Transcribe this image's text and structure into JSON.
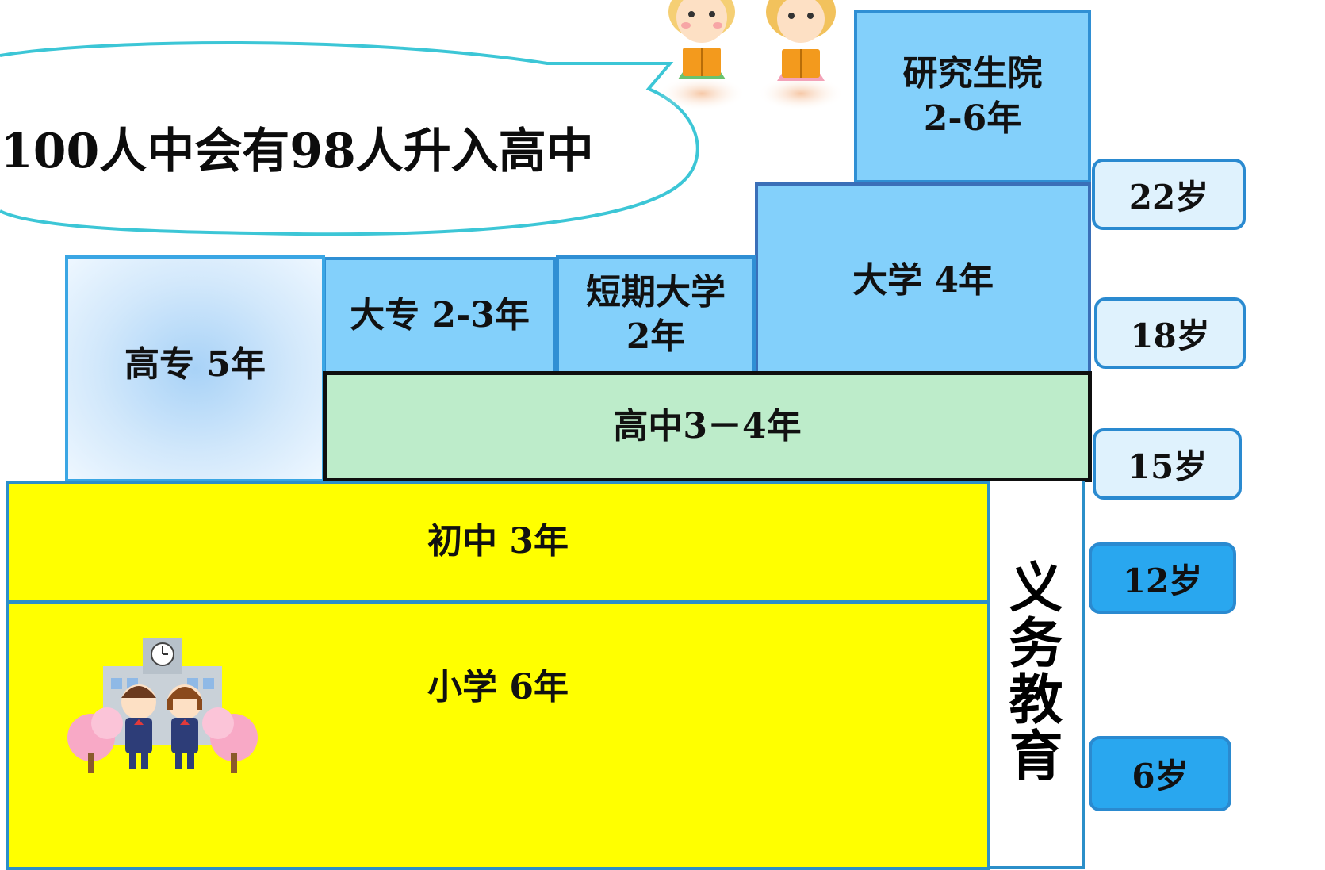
{
  "callout": {
    "text": "100人中会有98人升入高中"
  },
  "stages": {
    "graduate": {
      "line1": "研究生院",
      "line2": "2-6年"
    },
    "university": {
      "label": "大学 4年"
    },
    "junior_college": {
      "line1": "短期大学",
      "line2": "2年"
    },
    "vocational": {
      "label": "大专 2-3年"
    },
    "tech_college": {
      "label": "高专 5年"
    },
    "high_school": {
      "label": "高中3－4年"
    },
    "middle_school": {
      "label": "初中 3年"
    },
    "elementary": {
      "label": "小学 6年"
    }
  },
  "compulsory": {
    "chars": [
      "义",
      "务",
      "教",
      "育"
    ]
  },
  "ages": [
    "22岁",
    "18岁",
    "15岁",
    "12岁",
    "6岁"
  ],
  "colors": {
    "higher_ed": "#83d0fb",
    "high_school": "#bdecca",
    "compulsory": "#ffff00",
    "age_light": "#dff2fd",
    "age_bright": "#29a7ef",
    "callout_border": "#3cc6d6"
  },
  "icons": {
    "top": "children-reading-books-icon",
    "bottom": "school-building-children-sakura-icon"
  }
}
